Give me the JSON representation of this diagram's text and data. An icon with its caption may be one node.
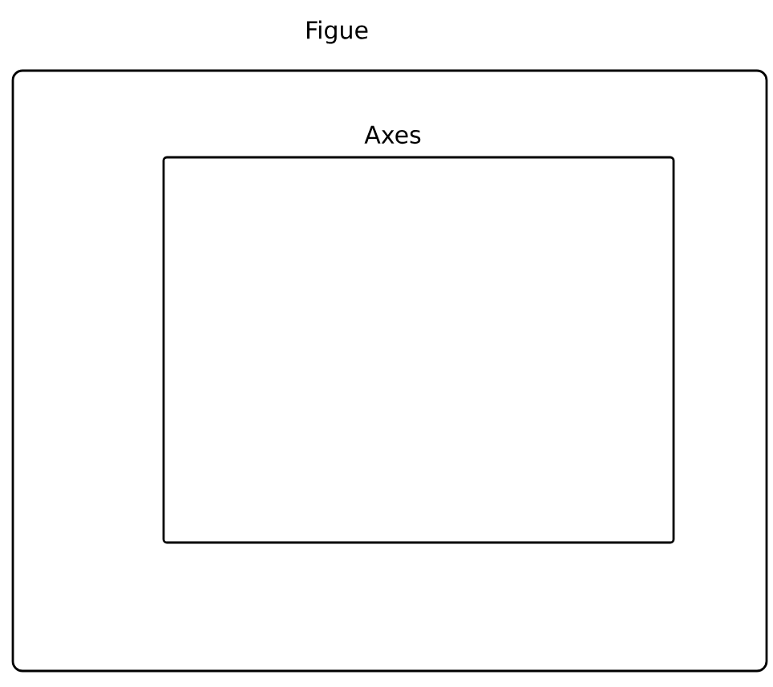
{
  "diagram": {
    "nodes": [
      {
        "text": [
          "Figue"
        ]
      },
      {
        "text": [
          "Axes"
        ],
        "in": 0
      }
    ]
  }
}
